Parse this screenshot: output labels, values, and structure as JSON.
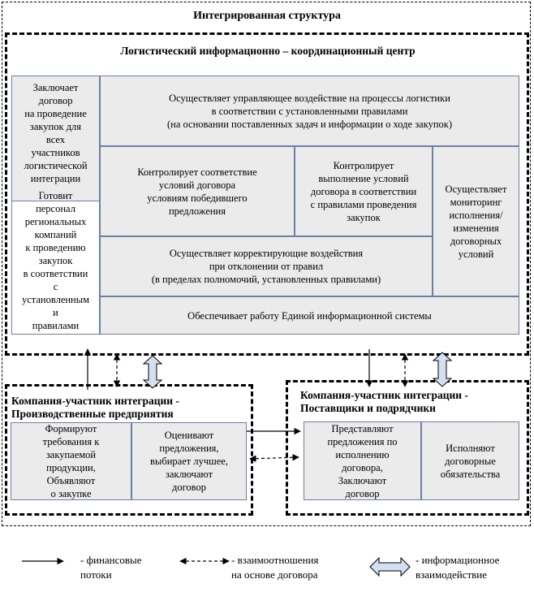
{
  "outer_title": "Интегрированная структура",
  "center": {
    "title": "Логистический информационно – координационный центр",
    "contracts": "Заключает\nдоговор\nна проведение\nзакупок для\nвсех\nучастников\nлогистической\nинтеграции",
    "prepares": "Готовит\nперсонал\nрегиональных\nкомпаний\nк проведению\nзакупок\nв соответствии\nс\nустановленным\nи\nправилами",
    "manages": "Осуществляет управляющее воздействие на процессы логистики\nв соответствии с установленными правилами\n(на основании поставленных задач и информации о ходе закупок)",
    "controls_terms": "Контролирует соответствие\nусловий договора\nусловиям победившего\nпредложения",
    "controls_execution": "Контролирует\nвыполнение условий\nдоговора в соответствии\nс правилами проведения\nзакупок",
    "monitors": "Осуществляет\nмониторинг\nисполнения/\nизменения\nдоговорных\nусловий",
    "corrects": "Осуществляет корректирующие воздействия\nпри отклонении от правил\n(в пределах полномочий, установленных правилами)",
    "system": "Обеспечивает работу Единой информационной системы"
  },
  "producer": {
    "title": "Компания-участник интеграции -\nПроизводственные предприятия",
    "requirements": "Формируют\nтребования к\nзакупаемой\nпродукции,\nОбъявляют\nо закупке",
    "evaluates": "Оценивают\nпредложения,\nвыбирает лучшее,\nзаключают\nдоговор"
  },
  "supplier": {
    "title": "Компания-участник интеграции -\nПоставщики и подрядчики",
    "offers": "Представляют\nпредложения по\nисполнению\nдоговора,\nЗаключают\nдоговор",
    "executes": "Исполняют\nдоговорные\nобязательства"
  },
  "legend": {
    "financial": "- финансовые\nпотоки",
    "contract": "- взаимоотношения\nна основе договора",
    "info": "- информационное\nвзаимодействие"
  }
}
